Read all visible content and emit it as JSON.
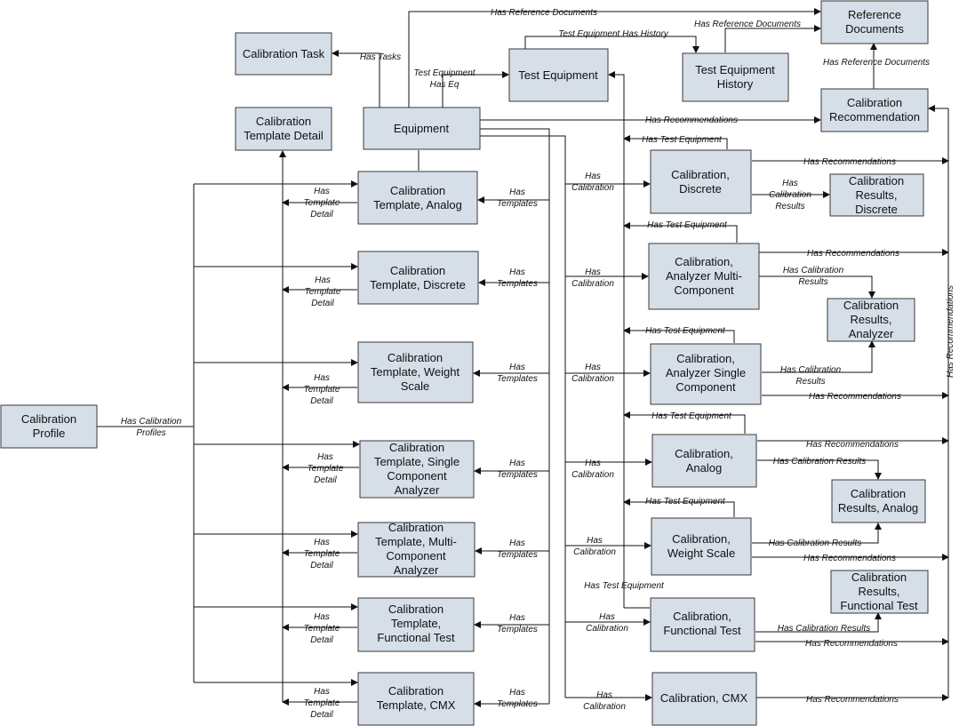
{
  "nodes": {
    "calibration_profile": [
      "Calibration",
      "Profile"
    ],
    "calibration_task": [
      "Calibration Task"
    ],
    "calibration_template_detail": [
      "Calibration",
      "Template Detail"
    ],
    "equipment": [
      "Equipment"
    ],
    "test_equipment": [
      "Test Equipment"
    ],
    "test_equipment_history": [
      "Test Equipment",
      "History"
    ],
    "reference_documents": [
      "Reference",
      "Documents"
    ],
    "calibration_recommendation": [
      "Calibration",
      "Recommendation"
    ],
    "tpl_analog": [
      "Calibration",
      "Template, Analog"
    ],
    "tpl_discrete": [
      "Calibration",
      "Template, Discrete"
    ],
    "tpl_weight_scale": [
      "Calibration",
      "Template, Weight",
      "Scale"
    ],
    "tpl_single": [
      "Calibration",
      "Template, Single",
      "Component",
      "Analyzer"
    ],
    "tpl_multi": [
      "Calibration",
      "Template, Multi-",
      "Component",
      "Analyzer"
    ],
    "tpl_functional": [
      "Calibration",
      "Template,",
      "Functional Test"
    ],
    "tpl_cmx": [
      "Calibration",
      "Template, CMX"
    ],
    "cal_discrete": [
      "Calibration,",
      "Discrete"
    ],
    "cal_analyzer_multi": [
      "Calibration,",
      "Analyzer Multi-",
      "Component"
    ],
    "cal_analyzer_single": [
      "Calibration,",
      "Analyzer Single",
      "Component"
    ],
    "cal_analog": [
      "Calibration,",
      "Analog"
    ],
    "cal_weight_scale": [
      "Calibration,",
      "Weight Scale"
    ],
    "cal_functional": [
      "Calibration,",
      "Functional Test"
    ],
    "cal_cmx": [
      "Calibration, CMX"
    ],
    "res_discrete": [
      "Calibration",
      "Results,",
      "Discrete"
    ],
    "res_analyzer": [
      "Calibration",
      "Results,",
      "Analyzer"
    ],
    "res_analog": [
      "Calibration",
      "Results, Analog"
    ],
    "res_functional": [
      "Calibration",
      "Results,",
      "Functional Test"
    ]
  },
  "labels": {
    "has_reference_documents_top": "Has Reference Documents",
    "test_equipment_has_history": "Test Equipment Has History",
    "has_reference_documents_history": "Has Reference Documents",
    "has_reference_documents_rec": "Has Reference Documents",
    "has_tasks": "Has Tasks",
    "test_equipment_has_eq": [
      "Test Equipment",
      "Has Eq"
    ],
    "has_recommendations_equipment": "Has Recommendations",
    "has_calibration_profiles": [
      "Has Calibration",
      "Profiles"
    ],
    "has_recommendations_vertical": "Has Recommendations",
    "template_detail": [
      [
        "Has",
        "Template",
        "Detail"
      ],
      [
        "Has",
        "Template",
        "Detail"
      ],
      [
        "Has",
        "Template",
        "Detail"
      ],
      [
        "Has",
        "Template",
        "Detail"
      ],
      [
        "Has",
        "Template",
        "Detail"
      ],
      [
        "Has",
        "Template",
        "Detail"
      ],
      [
        "Has",
        "Template",
        "Detail"
      ]
    ],
    "has_templates": [
      [
        "Has",
        "Templates"
      ],
      [
        "Has",
        "Templates"
      ],
      [
        "Has",
        "Templates"
      ],
      [
        "Has",
        "Templates"
      ],
      [
        "Has",
        "Templates"
      ],
      [
        "Has",
        "Templates"
      ],
      [
        "Has",
        "Templates"
      ]
    ],
    "has_calibration": [
      [
        "Has",
        "Calibration"
      ],
      [
        "Has",
        "Calibration"
      ],
      [
        "Has",
        "Calibration"
      ],
      [
        "Has",
        "Calibration"
      ],
      [
        "Has",
        "Calibration"
      ],
      [
        "Has",
        "Calibration"
      ],
      [
        "Has",
        "Calibration"
      ]
    ],
    "has_test_equipment": [
      "Has Test Equipment",
      "Has Test Equipment",
      "Has Test Equipment",
      "Has Test Equipment",
      "Has Test Equipment",
      "Has Test Equipment"
    ],
    "has_recommendations_right": [
      "Has Recommendations",
      "Has Recommendations",
      "Has Recommendations",
      "Has Recommendations",
      "Has Recommendations",
      "Has Recommendations",
      "Has Recommendations"
    ],
    "has_calibration_results": {
      "discrete": [
        "Has",
        "Calibration",
        "Results"
      ],
      "multi": [
        "Has Calibration",
        "Results"
      ],
      "single": [
        "Has Calibration",
        "Results"
      ],
      "analog": "Has Calibration Results",
      "weight": "Has Calibration Results",
      "functional": "Has Calibration Results"
    }
  }
}
